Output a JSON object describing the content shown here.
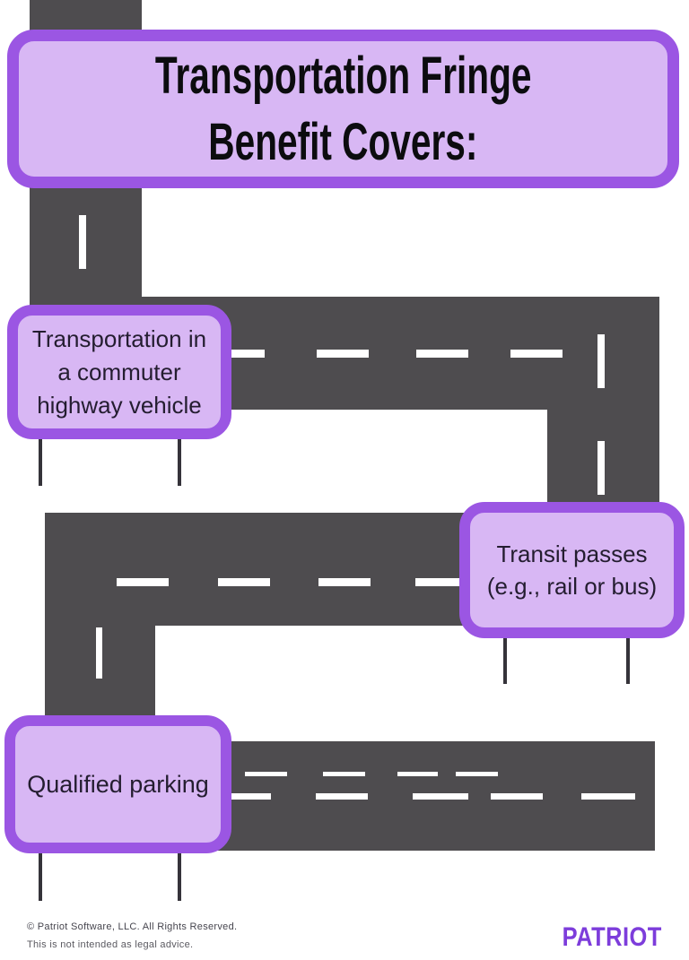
{
  "title": {
    "line1": "Transportation Fringe",
    "line2": "Benefit Covers:"
  },
  "signs": {
    "commuter": {
      "line1": "Transportation in",
      "line2": "a commuter",
      "line3": "highway vehicle"
    },
    "transit": {
      "line1": "Transit passes",
      "line2": "(e.g., rail or bus)"
    },
    "parking": {
      "line1": "Qualified parking"
    }
  },
  "footer": {
    "copyright": "© Patriot Software, LLC. All Rights Reserved.",
    "disclaimer": "This is not intended as legal advice.",
    "brand": "PATRIOT"
  },
  "colors": {
    "sign_border_purple": "#9b56e3",
    "sign_fill_purple": "#d8b7f4",
    "road_gray": "#4e4c4f",
    "lane_marking_white": "#ffffff",
    "sign_post_gray": "#35333a",
    "title_text": "#0c0c0f",
    "sign_text": "#241d30",
    "brand_purple": "#7d3ddb",
    "footer_text_gray": "#46454e"
  }
}
